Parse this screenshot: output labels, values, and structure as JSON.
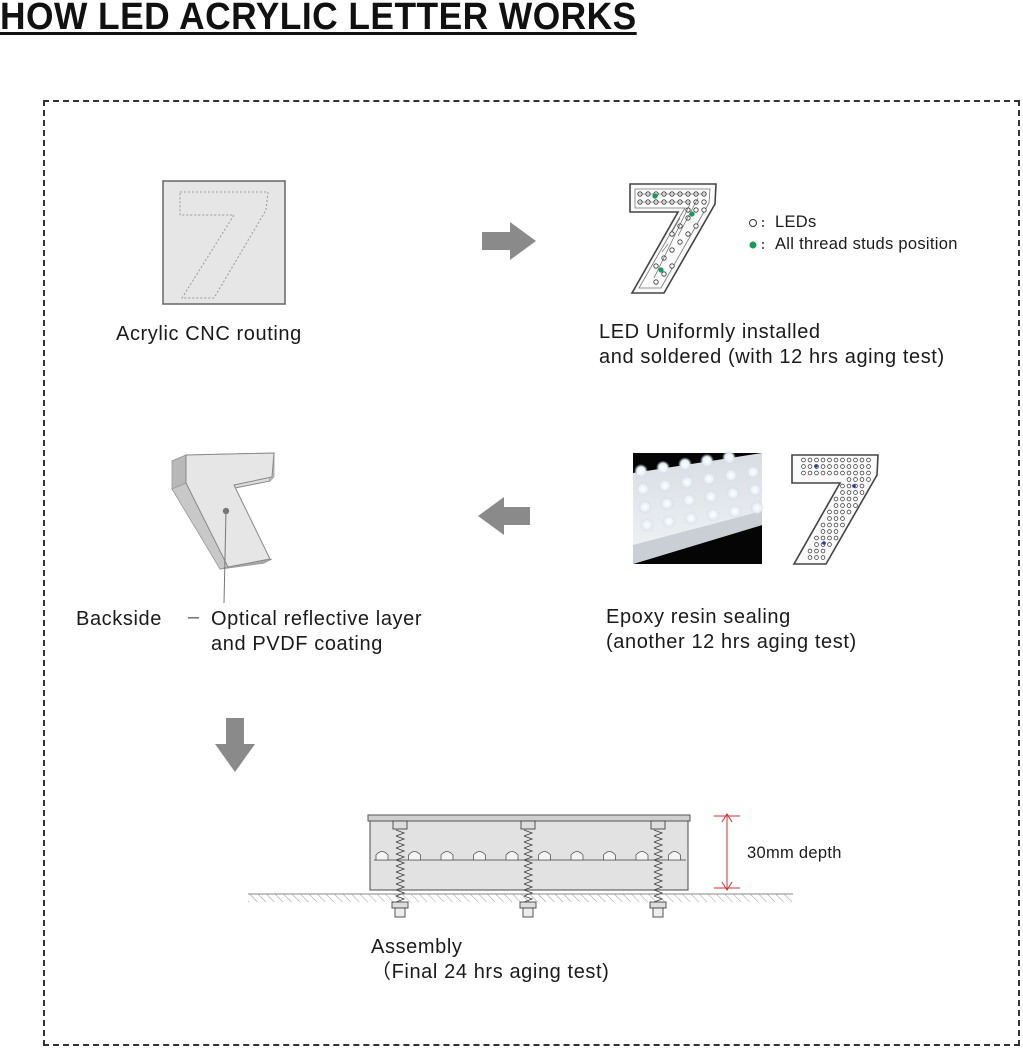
{
  "title": "HOW LED ACRYLIC LETTER WORKS",
  "steps": {
    "cnc": {
      "label": "Acrylic CNC routing"
    },
    "led": {
      "line1": "LED Uniformly installed",
      "line2": "and soldered (with 12 hrs aging test)"
    },
    "legend": {
      "leds": "LEDs",
      "studs": "All thread studs position"
    },
    "epoxy": {
      "line1": "Epoxy resin sealing",
      "line2": "(another 12 hrs aging test)"
    },
    "backside": {
      "prefix": "Backside",
      "dash": "–",
      "line1": "Optical reflective layer",
      "line2": "and PVDF coating"
    },
    "assembly": {
      "line1": "Assembly",
      "line2": "（Final 24 hrs aging test)",
      "depth": "30mm depth"
    }
  },
  "icons": [
    "arrow-right-icon",
    "arrow-left-icon",
    "arrow-down-icon"
  ],
  "colors": {
    "arrow": "#8a8a8a",
    "stud": "#1a9a5a",
    "panel": "#e4e4e4",
    "outline": "#555555"
  },
  "glyph": "7"
}
